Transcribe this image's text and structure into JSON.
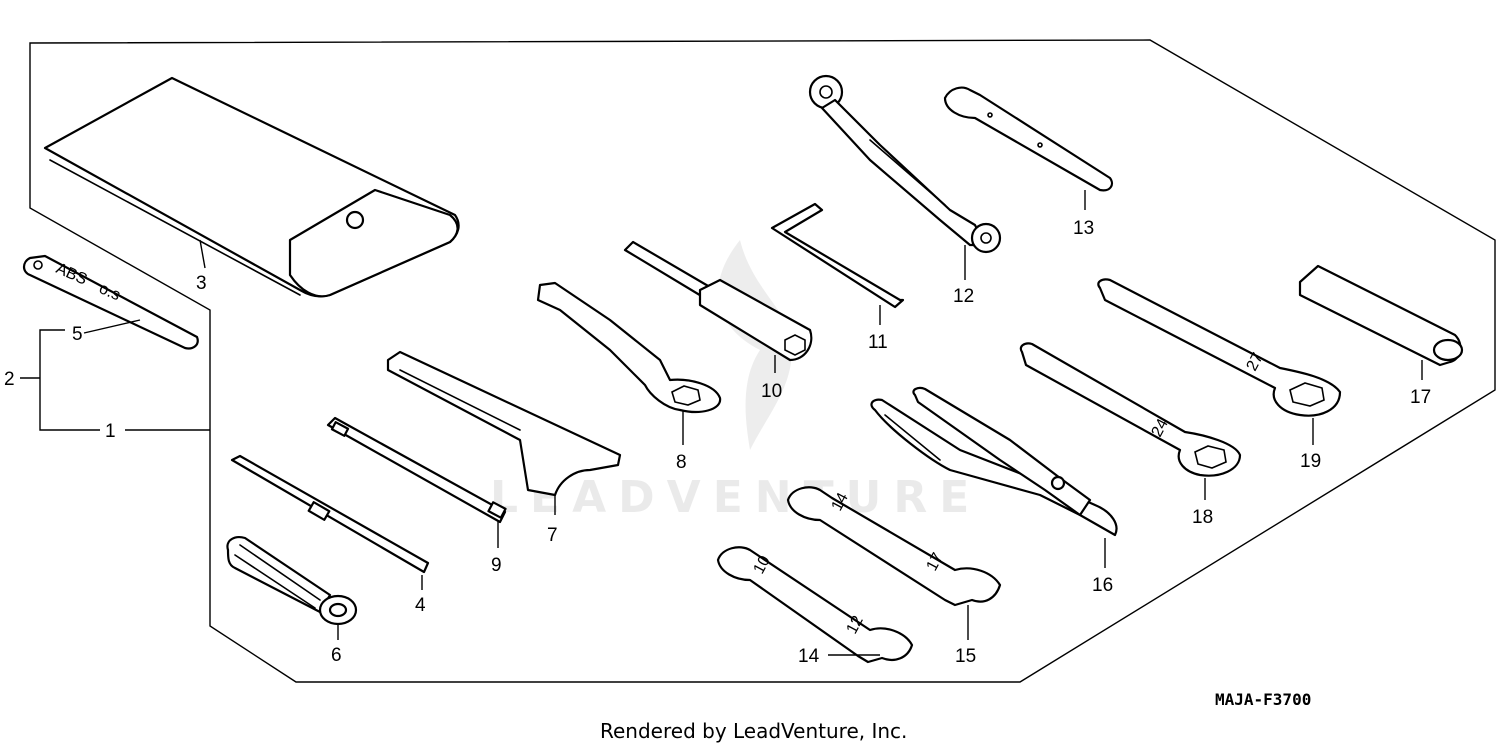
{
  "diagram": {
    "callouts": [
      "1",
      "2",
      "3",
      "4",
      "5",
      "6",
      "7",
      "8",
      "9",
      "10",
      "11",
      "12",
      "13",
      "14",
      "15",
      "16",
      "17",
      "18",
      "19"
    ],
    "stamped_text": {
      "tool_5": "ABS",
      "tool_5_sub": "o.s",
      "tool_15_a": "14",
      "tool_15_b": "17",
      "tool_14_a": "10",
      "tool_14_b": "12",
      "tool_18": "24",
      "tool_19": "27"
    },
    "watermark": "LEADVENTURE",
    "drawing_code": "MAJA-F3700",
    "credit": "Rendered by LeadVenture, Inc."
  }
}
